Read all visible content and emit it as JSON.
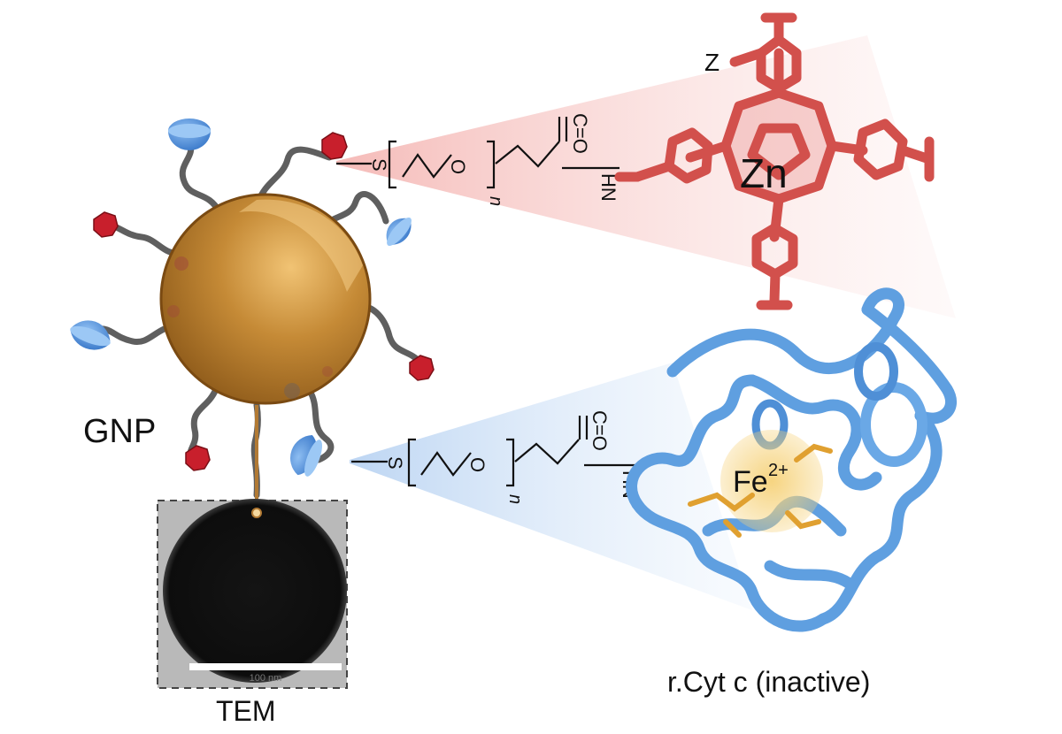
{
  "labels": {
    "gnp": "GNP",
    "tem": "TEM",
    "scale_bar": "100 nm",
    "protein": "r.Cyt c (inactive)",
    "zn": "Zn",
    "z": "Z",
    "fe": "Fe",
    "fe_charge": "2+"
  },
  "linker": {
    "s": "S",
    "o": "O",
    "n": "n",
    "carbonyl": "C=O",
    "amide": "HN"
  },
  "colors": {
    "gold": "#b97a2a",
    "gold_light": "#e4b15c",
    "porphyrin": "#d2504c",
    "protein": "#5f9fe0",
    "protein_dark": "#3f7fc6",
    "heme": "#f0b83a",
    "ligand_red": "#c4202a",
    "ligand_blue": "#3d86d9",
    "chain": "#6a6a6a",
    "tem_bg": "#b8b8b8"
  }
}
